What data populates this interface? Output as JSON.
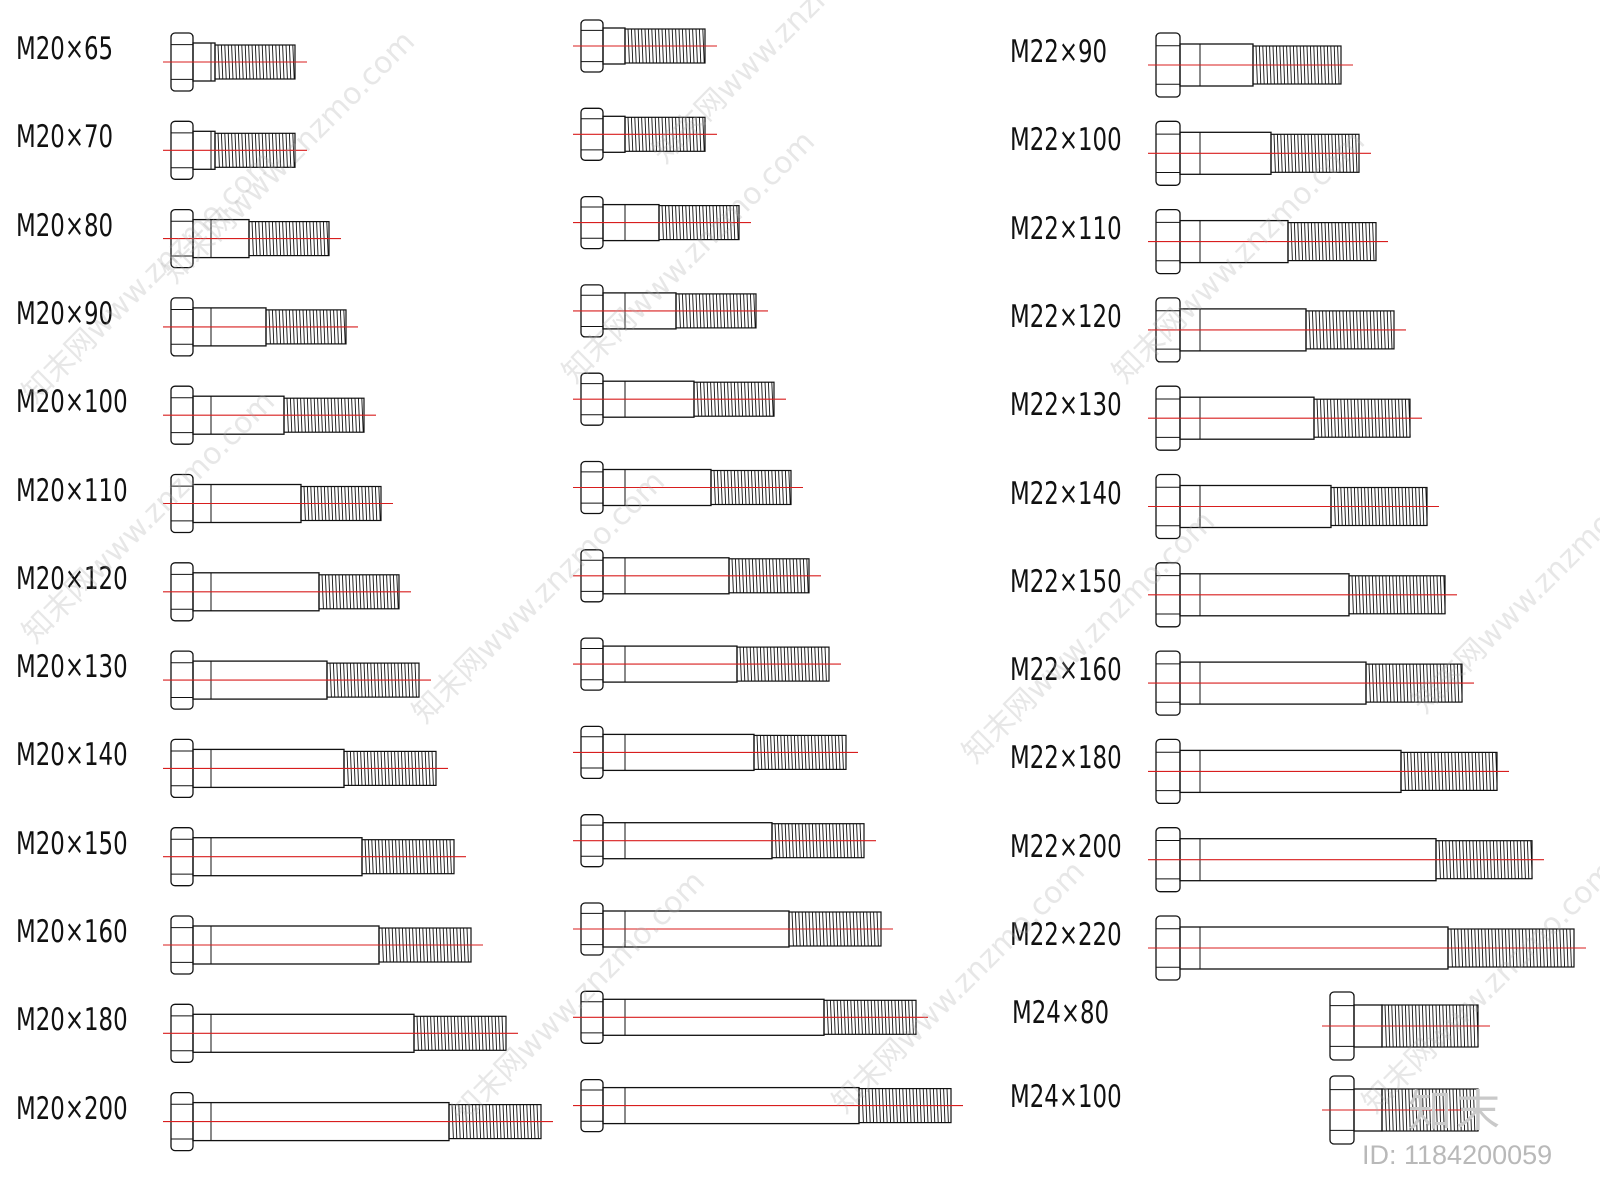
{
  "bolt_columns": [
    {
      "bolts": [
        {
          "label": "M20×65",
          "shank": 22,
          "thread": 80
        },
        {
          "label": "M20×70",
          "shank": 22,
          "thread": 80
        },
        {
          "label": "M20×80",
          "shank": 56,
          "thread": 80
        },
        {
          "label": "M20×90",
          "shank": 73,
          "thread": 80
        },
        {
          "label": "M20×100",
          "shank": 91,
          "thread": 80
        },
        {
          "label": "M20×110",
          "shank": 108,
          "thread": 80
        },
        {
          "label": "M20×120",
          "shank": 126,
          "thread": 80
        },
        {
          "label": "M20×130",
          "shank": 134,
          "thread": 92
        },
        {
          "label": "M20×140",
          "shank": 151,
          "thread": 92
        },
        {
          "label": "M20×150",
          "shank": 169,
          "thread": 92
        },
        {
          "label": "M20×160",
          "shank": 186,
          "thread": 92
        },
        {
          "label": "M20×180",
          "shank": 221,
          "thread": 92
        },
        {
          "label": "M20×200",
          "shank": 256,
          "thread": 92
        }
      ]
    },
    {
      "bolts": [
        {
          "label": "",
          "shank": 22,
          "thread": 80
        },
        {
          "label": "",
          "shank": 22,
          "thread": 80
        },
        {
          "label": "",
          "shank": 56,
          "thread": 80
        },
        {
          "label": "",
          "shank": 73,
          "thread": 80
        },
        {
          "label": "",
          "shank": 91,
          "thread": 80
        },
        {
          "label": "",
          "shank": 108,
          "thread": 80
        },
        {
          "label": "",
          "shank": 126,
          "thread": 80
        },
        {
          "label": "",
          "shank": 134,
          "thread": 92
        },
        {
          "label": "",
          "shank": 151,
          "thread": 92
        },
        {
          "label": "",
          "shank": 169,
          "thread": 92
        },
        {
          "label": "",
          "shank": 186,
          "thread": 92
        },
        {
          "label": "",
          "shank": 221,
          "thread": 92
        },
        {
          "label": "",
          "shank": 256,
          "thread": 92
        }
      ]
    },
    {
      "bolts": [
        {
          "label": "M22×90",
          "shank": 73,
          "thread": 88
        },
        {
          "label": "M22×100",
          "shank": 91,
          "thread": 88
        },
        {
          "label": "M22×110",
          "shank": 108,
          "thread": 88
        },
        {
          "label": "M22×120",
          "shank": 126,
          "thread": 88
        },
        {
          "label": "M22×130",
          "shank": 134,
          "thread": 96
        },
        {
          "label": "M22×140",
          "shank": 151,
          "thread": 96
        },
        {
          "label": "M22×150",
          "shank": 169,
          "thread": 96
        },
        {
          "label": "M22×160",
          "shank": 186,
          "thread": 96
        },
        {
          "label": "M22×180",
          "shank": 221,
          "thread": 96
        },
        {
          "label": "M22×200",
          "shank": 256,
          "thread": 96
        },
        {
          "label": "M22×220",
          "shank": 268,
          "thread": 126
        }
      ]
    },
    {
      "bolts": [
        {
          "label": "M24×80",
          "shank": 28,
          "thread": 96
        },
        {
          "label": "M24×100",
          "shank": 28,
          "thread": 96
        }
      ]
    }
  ],
  "watermark": {
    "brand": "知末",
    "id_text": "ID: 1184200059",
    "diagonal": "知末网www.znzmo.com"
  },
  "colors": {
    "line": "#111111",
    "centerline": "#d81e1e",
    "watermark": "#bdbdbd"
  }
}
